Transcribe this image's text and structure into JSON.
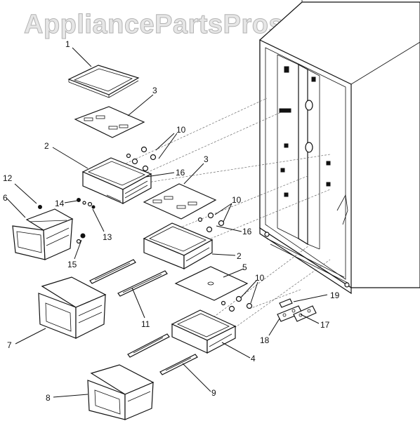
{
  "watermark": "AppliancePartsPros.com",
  "callouts": {
    "c1": "1",
    "c2a": "2",
    "c2b": "2",
    "c3a": "3",
    "c3b": "3",
    "c4": "4",
    "c5": "5",
    "c6": "6",
    "c7": "7",
    "c8": "8",
    "c9": "9",
    "c10a": "10",
    "c10b": "10",
    "c10c": "10",
    "c11": "11",
    "c12": "12",
    "c13": "13",
    "c14": "14",
    "c15": "15",
    "c16a": "16",
    "c16b": "16",
    "c17": "17",
    "c18": "18",
    "c19": "19"
  },
  "colors": {
    "line": "#111111",
    "watermark_fill": "#e6e6e6",
    "watermark_stroke": "#b3b3b3",
    "background": "#ffffff"
  }
}
